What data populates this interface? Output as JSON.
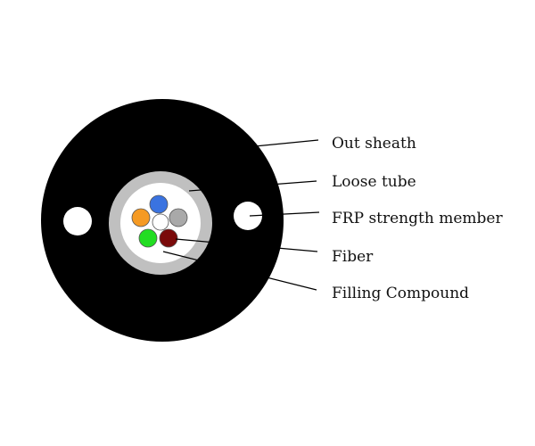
{
  "labels": {
    "out_sheath": "Out sheath",
    "loose_tube": "Loose tube",
    "frp_strength_member": "FRP strength member",
    "fiber": "Fiber",
    "filling_compound": "Filling Compound"
  },
  "colors": {
    "sheath": "#000000",
    "loose_tube": "#c0c0c0",
    "filling": "#ffffff",
    "frp": "#ffffff",
    "fibers": [
      "#3a73e0",
      "#a9a9a9",
      "#7a0a0a",
      "#22dd22",
      "#f59a23",
      "#ffffff"
    ]
  }
}
